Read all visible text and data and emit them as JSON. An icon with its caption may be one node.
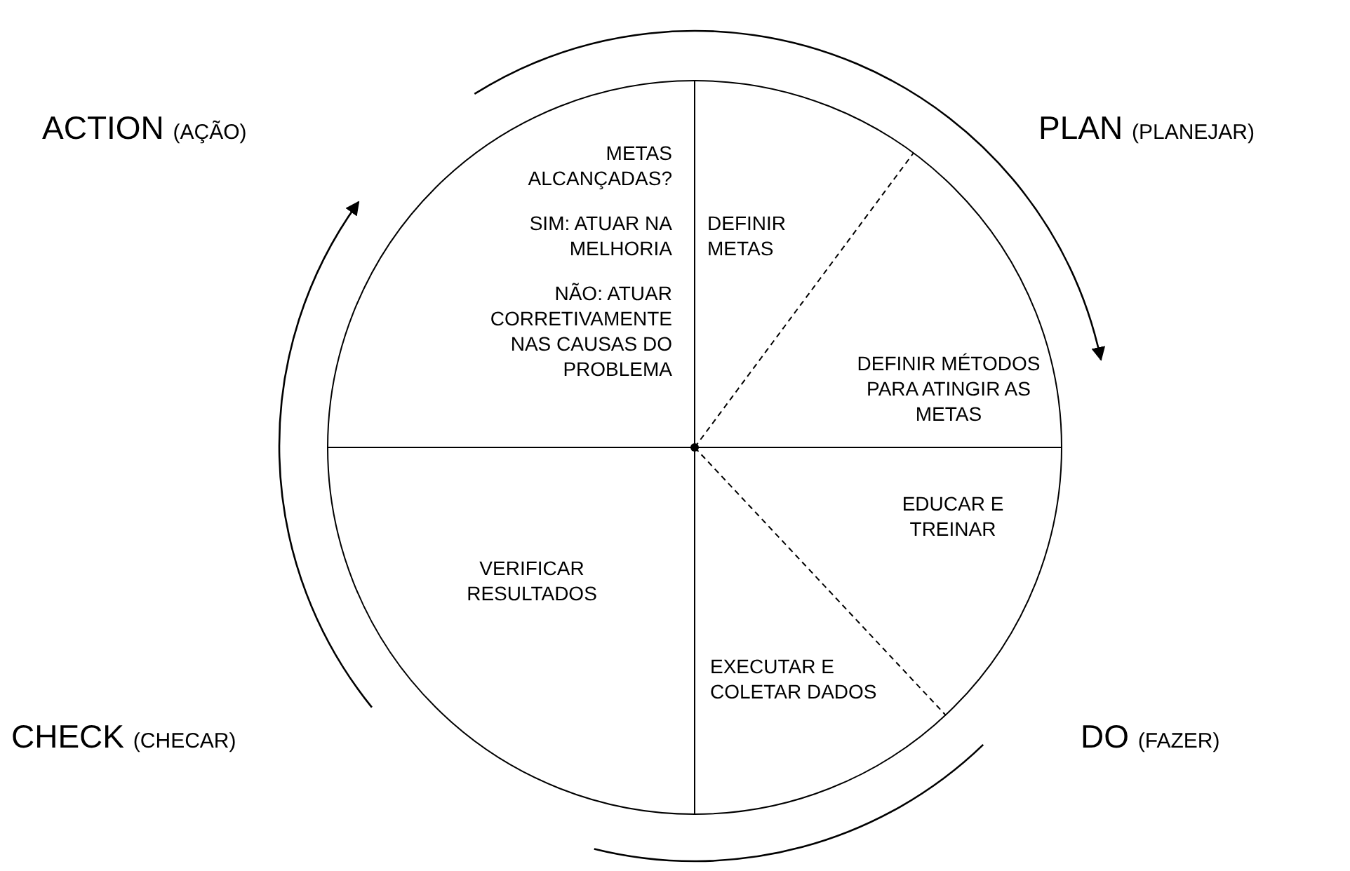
{
  "diagram": {
    "nodes": [
      {
        "text": [],
        "shape": "circle"
      },
      {
        "text": [
          "METAS ALCANÇADAS?",
          "SIM: ATUAR NA MELHORIA",
          "NÃO: ATUAR CORRETIVAMENTE NAS CAUSAS DO PROBLEMA"
        ],
        "in": 0
      },
      {
        "text": [
          "DEFINIR METAS"
        ],
        "in": 0
      },
      {
        "text": [
          "DEFINIR MÉTODOS PARA ATINGIR AS METAS"
        ],
        "in": 0
      },
      {
        "text": [
          "EDUCAR E TREINAR"
        ],
        "in": 0
      },
      {
        "text": [
          "EXECUTAR E COLETAR DADOS"
        ],
        "in": 0
      },
      {
        "text": [
          "VERIFICAR RESULTADOS"
        ],
        "in": 0
      }
    ],
    "labels": [
      "ACTION",
      "(AÇÃO)",
      "PLAN",
      "(PLANEJAR)",
      "CHECK",
      "(CHECAR)",
      "DO",
      "(FAZER)"
    ]
  }
}
